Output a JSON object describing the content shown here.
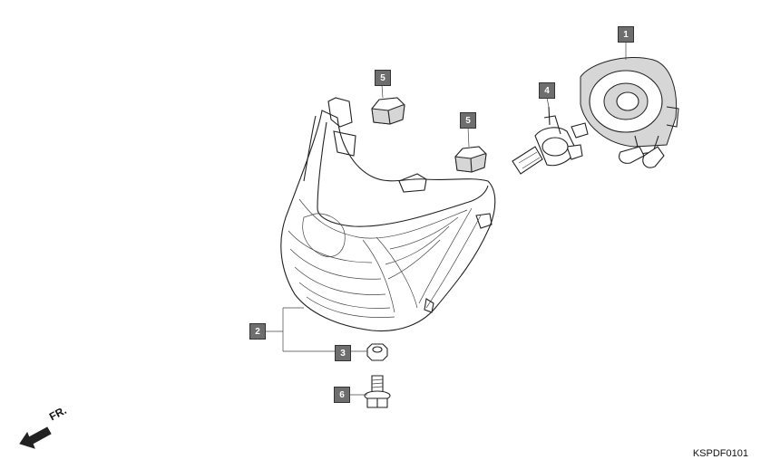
{
  "callouts": [
    {
      "id": "1",
      "label": "1"
    },
    {
      "id": "2",
      "label": "2"
    },
    {
      "id": "3",
      "label": "3"
    },
    {
      "id": "4",
      "label": "4"
    },
    {
      "id": "5a",
      "label": "5"
    },
    {
      "id": "5b",
      "label": "5"
    },
    {
      "id": "6",
      "label": "6"
    }
  ],
  "direction_label": "FR.",
  "diagram_code": "KSPDF0101",
  "colors": {
    "callout_bg": "#6e6e6e",
    "line": "#222222"
  }
}
